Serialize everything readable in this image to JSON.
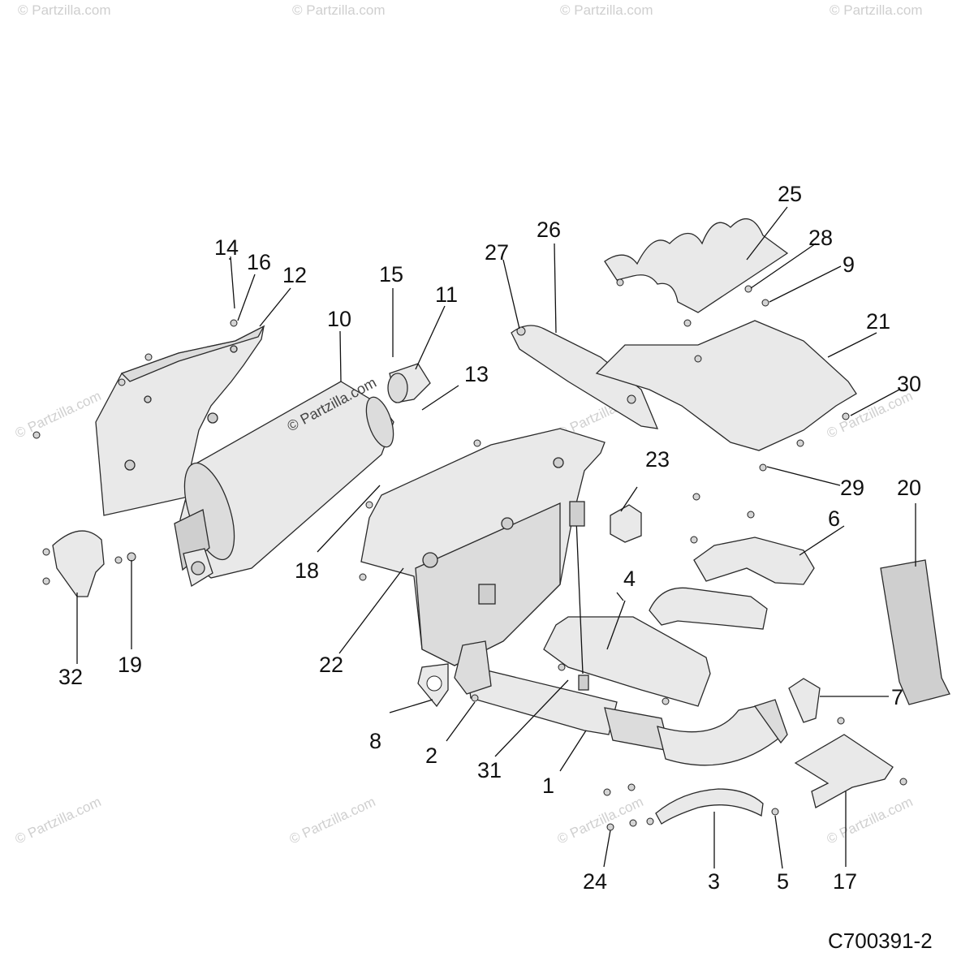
{
  "watermark": "© Partzilla.com",
  "center_watermark": "© Partzilla.com",
  "drawing_code": "C700391-2",
  "callouts": [
    "1",
    "2",
    "3",
    "4",
    "5",
    "6",
    "7",
    "8",
    "9",
    "10",
    "11",
    "12",
    "13",
    "14",
    "15",
    "16",
    "17",
    "18",
    "19",
    "20",
    "21",
    "22",
    "23",
    "24",
    "25",
    "26",
    "27",
    "28",
    "29",
    "30",
    "31",
    "32"
  ]
}
